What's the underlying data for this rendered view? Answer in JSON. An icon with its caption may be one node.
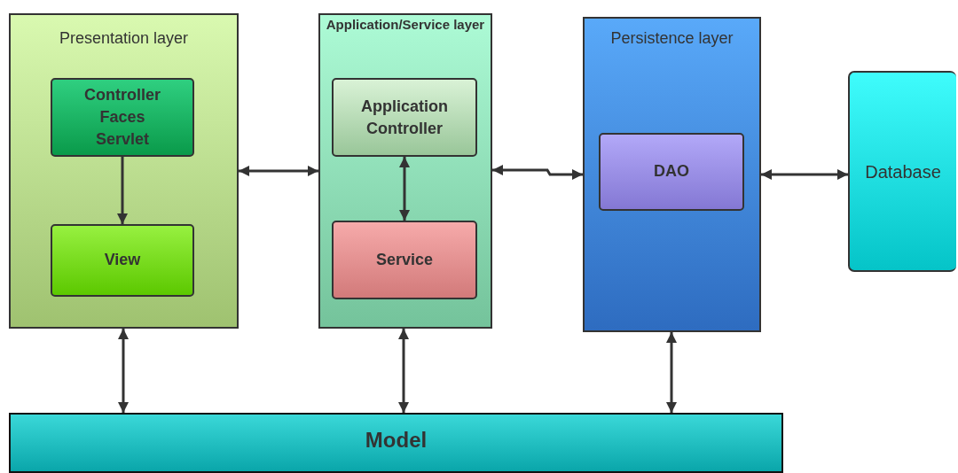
{
  "diagram": {
    "nodes": [
      {
        "text": [
          "Presentation layer"
        ]
      },
      {
        "text": [
          "Controller Faces Servlet"
        ],
        "in": 0
      },
      {
        "text": [
          "View"
        ],
        "in": 0
      },
      {
        "text": [
          "Application/Service layer"
        ]
      },
      {
        "text": [
          "Application Controller"
        ],
        "in": 3
      },
      {
        "text": [
          "Service"
        ],
        "in": 3
      },
      {
        "text": [
          "Persistence layer"
        ]
      },
      {
        "text": [
          "DAO"
        ],
        "in": 6
      },
      {
        "text": [
          "Database"
        ]
      },
      {
        "text": [
          "Model"
        ]
      }
    ],
    "edges": [
      {
        "from": 1,
        "to": 2,
        "arrow": "to"
      },
      {
        "from": 0,
        "to": 3,
        "arrow": "both"
      },
      {
        "from": 4,
        "to": 5,
        "arrow": "both"
      },
      {
        "from": 3,
        "to": 6,
        "arrow": "both"
      },
      {
        "from": 6,
        "to": 8,
        "arrow": "both"
      },
      {
        "from": 0,
        "to": 9,
        "arrow": "both"
      },
      {
        "from": 3,
        "to": 9,
        "arrow": "both"
      },
      {
        "from": 6,
        "to": 9,
        "arrow": "both"
      }
    ]
  }
}
